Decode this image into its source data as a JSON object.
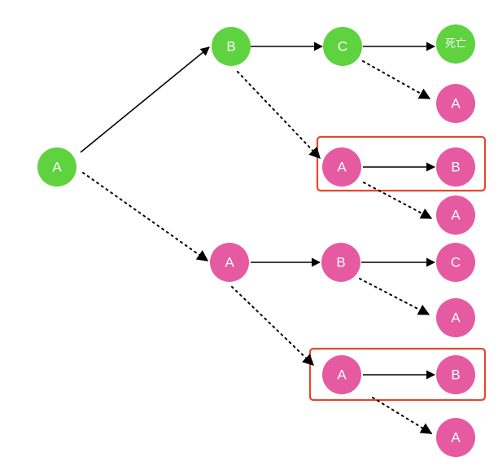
{
  "colors": {
    "alive": "#5fd23f",
    "branch": "#e55aa0",
    "highlight": "#e8472b",
    "edge": "#000000"
  },
  "nodes": {
    "root_a": "A",
    "top_b": "B",
    "top_c": "C",
    "top_death": "死亡",
    "top_c_alt_a": "A",
    "top_box_a": "A",
    "top_box_b": "B",
    "top_box_alt_a": "A",
    "mid_a": "A",
    "mid_b": "B",
    "mid_c": "C",
    "mid_b_alt_a": "A",
    "bottom_box_a": "A",
    "bottom_box_b": "B",
    "bottom_alt_a": "A"
  }
}
